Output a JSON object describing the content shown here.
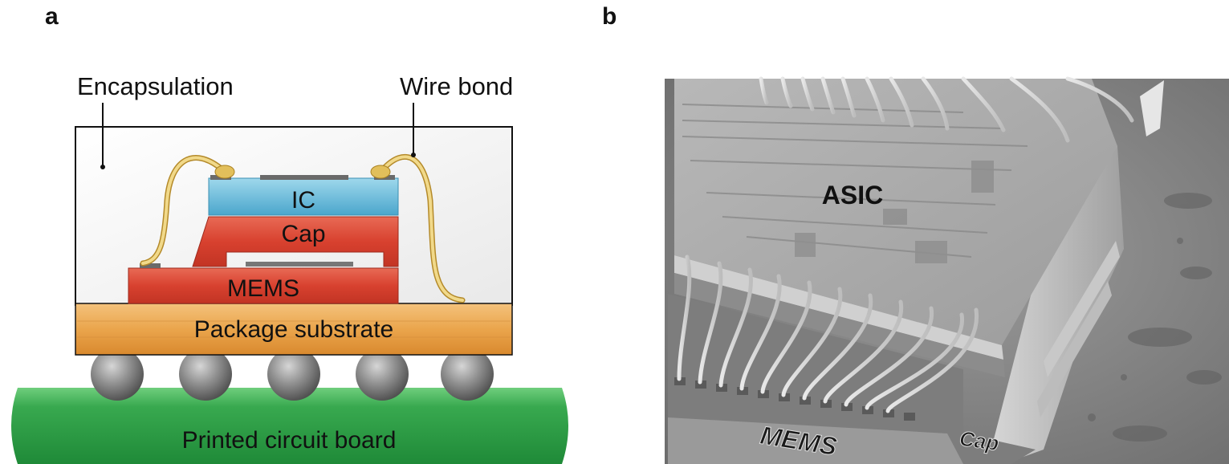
{
  "panels": {
    "a": {
      "letter": "a",
      "labels": {
        "encapsulation": "Encapsulation",
        "wire_bond": "Wire bond",
        "ic": "IC",
        "cap": "Cap",
        "mems": "MEMS",
        "package_substrate": "Package substrate",
        "pcb": "Printed circuit board"
      },
      "colors": {
        "encapsulation_fill": "#f2f2f2",
        "ic": "#5fb4d4",
        "cap": "#d94436",
        "mems": "#d94436",
        "substrate": "#e8a24a",
        "pcb": "#2f9a45",
        "wire": "#e7c66b",
        "solder_ball": "#8a8a8a"
      }
    },
    "b": {
      "letter": "b",
      "labels": {
        "asic": "ASIC",
        "mems": "MEMS",
        "cap": "Cap"
      },
      "colors": {
        "sem_background": "#8c8c8c",
        "chip_top": "#a9a9a9"
      }
    }
  }
}
